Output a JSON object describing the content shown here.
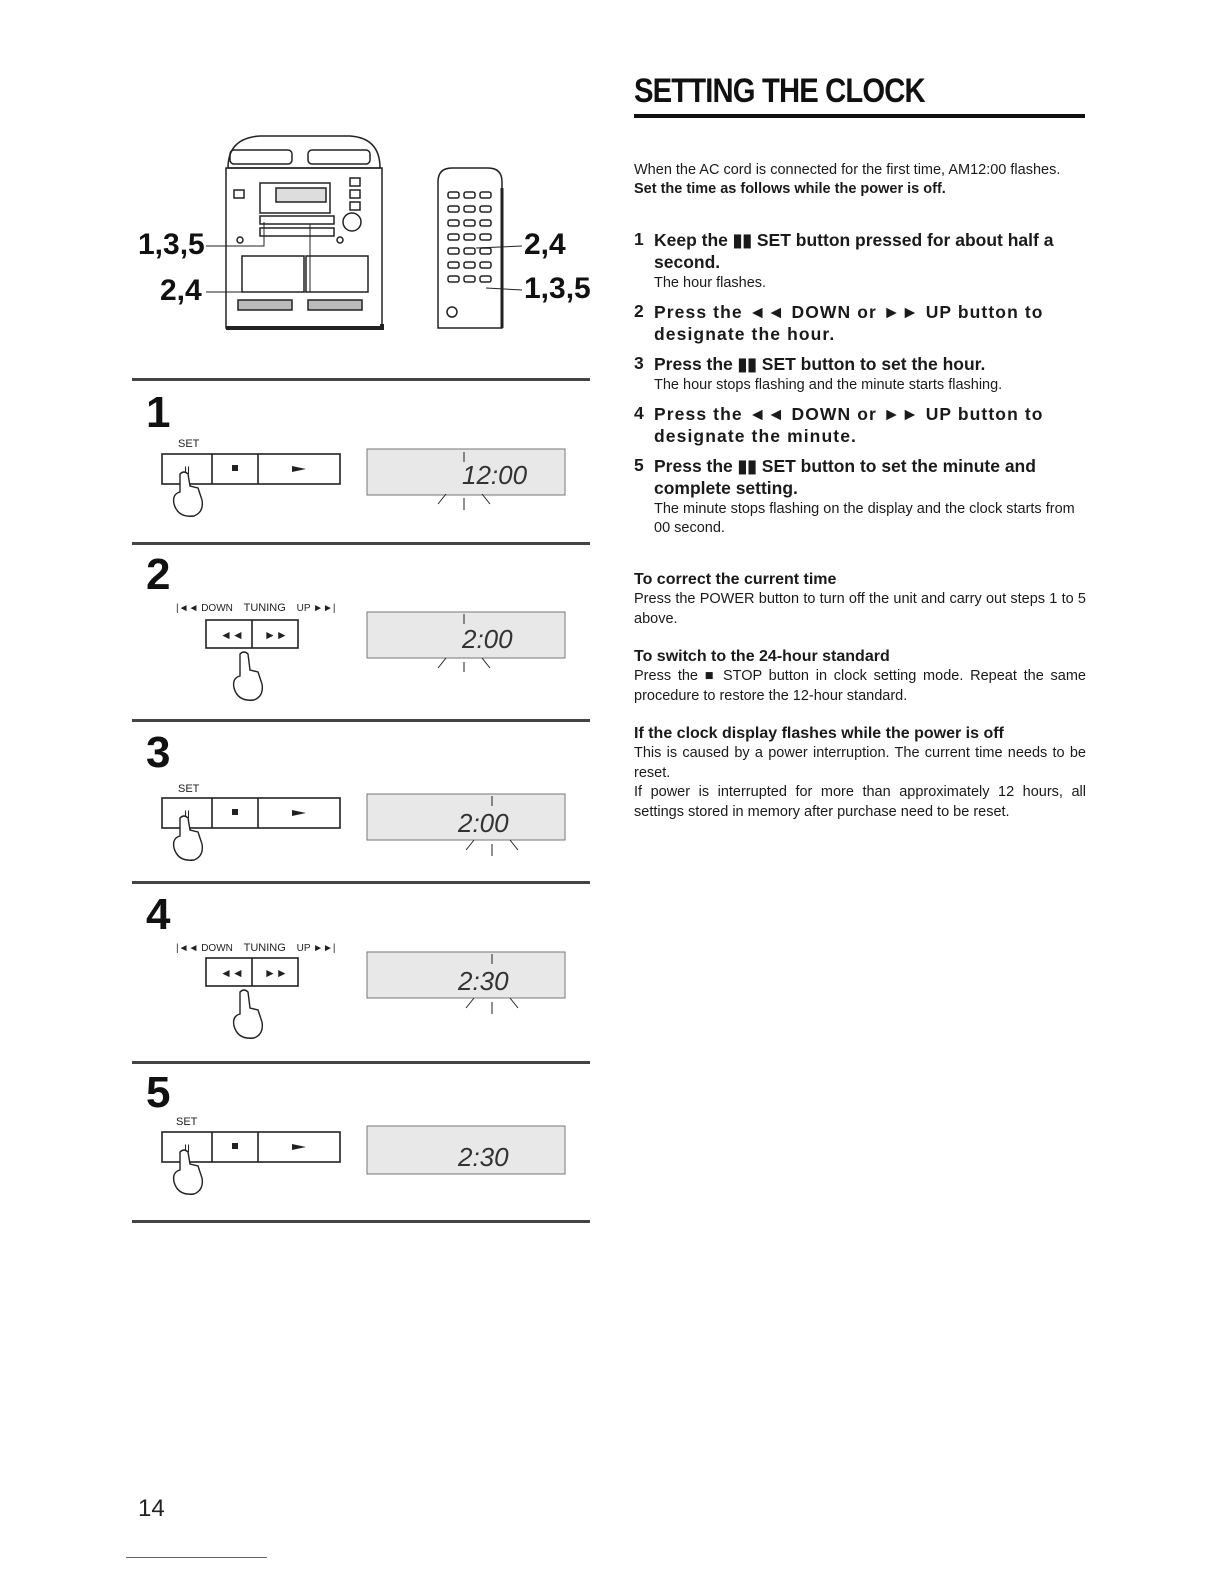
{
  "title": "SETTING THE CLOCK",
  "intro": {
    "line1": "When the AC cord is connected for the first time, AM12:00 flashes.",
    "line2": "Set the time as follows while the power is off."
  },
  "instructions": [
    {
      "num": "1",
      "text": "Keep the ▮▮ SET button pressed for about half a second.",
      "sub": "The hour flashes."
    },
    {
      "num": "2",
      "text": "Press the ◄◄ DOWN or ►► UP button to designate the hour.",
      "sub": ""
    },
    {
      "num": "3",
      "text": "Press the ▮▮ SET button to set the hour.",
      "sub": "The hour stops flashing and the minute starts flashing."
    },
    {
      "num": "4",
      "text": "Press the ◄◄ DOWN or ►► UP button to designate the minute.",
      "sub": ""
    },
    {
      "num": "5",
      "text": "Press the ▮▮ SET button to set the minute and complete setting.",
      "sub": "The minute stops flashing on the display and the clock starts from 00 second."
    }
  ],
  "notes": [
    {
      "heading": "To correct the current time",
      "body": "Press the POWER button to turn off the unit and carry out steps 1 to 5 above."
    },
    {
      "heading": "To switch to the 24-hour standard",
      "body": "Press the ■ STOP button in clock setting mode. Repeat the same procedure to restore the 12-hour standard."
    },
    {
      "heading": "If the clock display flashes while the power is off",
      "body": "This is caused by a power interruption. The current time needs to be reset.",
      "body2": "If power is interrupted for more than approximately 12 hours, all settings stored in memory after purchase need to be reset."
    }
  ],
  "callouts": {
    "unit_top": "1,3,5",
    "unit_bottom": "2,4",
    "remote_top": "2,4",
    "remote_bottom": "1,3,5"
  },
  "panels": [
    {
      "num": "1",
      "label": "SET",
      "display": "12:00"
    },
    {
      "num": "2",
      "labels": {
        "down": "DOWN",
        "tuning": "TUNING",
        "up": "UP"
      },
      "display": "2:00"
    },
    {
      "num": "3",
      "label": "SET",
      "display": "2:00"
    },
    {
      "num": "4",
      "labels": {
        "down": "DOWN",
        "tuning": "TUNING",
        "up": "UP"
      },
      "display": "2:30"
    },
    {
      "num": "5",
      "label": "SET",
      "display": "2:30"
    }
  ],
  "page_number": "14"
}
